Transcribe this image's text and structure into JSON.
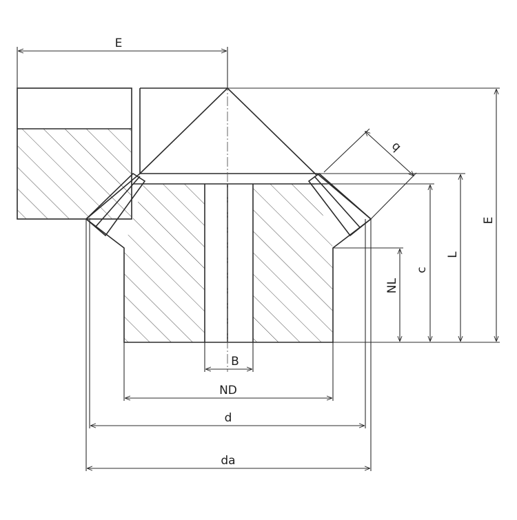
{
  "labels": {
    "E_top": "E",
    "E_right": "E",
    "b": "b",
    "L": "L",
    "c": "c",
    "NL": "NL",
    "B": "B",
    "ND": "ND",
    "d": "d",
    "da": "da"
  },
  "colors": {
    "line": "#2a2a2a",
    "background": "#ffffff"
  }
}
